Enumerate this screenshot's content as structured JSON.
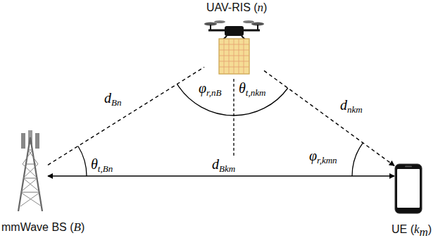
{
  "diagram": {
    "nodes": [
      {
        "text": [
          "UAV-RIS (n)"
        ]
      },
      {
        "text": [
          "mmWave BS (B)"
        ]
      },
      {
        "text": [
          "UE (km)"
        ]
      }
    ],
    "edges": [
      {
        "from": 1,
        "to": 0,
        "arrow": "none",
        "label": "dBn"
      },
      {
        "from": 0,
        "to": 2,
        "arrow": "to",
        "label": "dnkm"
      },
      {
        "from": 1,
        "to": 2,
        "arrow": "both",
        "label": "dBkm"
      }
    ],
    "labels": [
      "φr,nB",
      "θt,nkm",
      "θt,Bn",
      "φr,kmn"
    ]
  }
}
